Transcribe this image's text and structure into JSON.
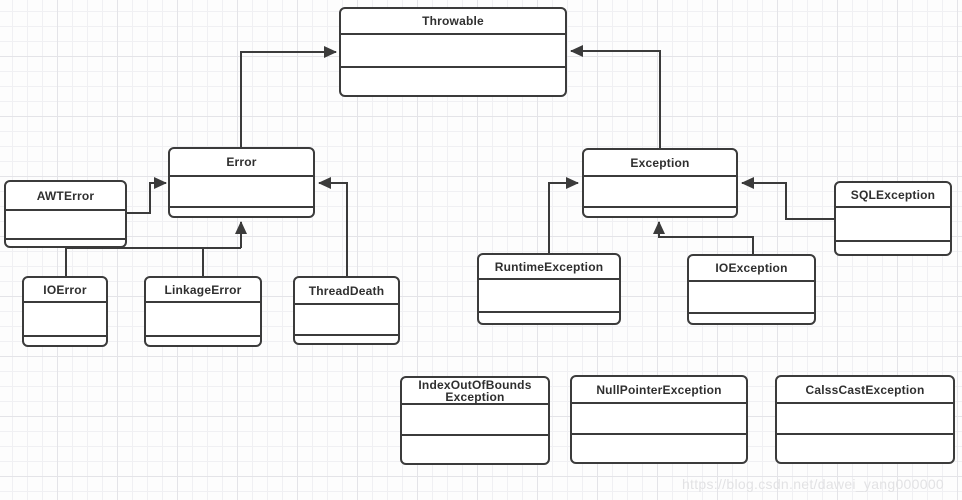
{
  "diagram": {
    "type": "uml-class-hierarchy",
    "nodes": {
      "throwable": {
        "label": "Throwable"
      },
      "error": {
        "label": "Error"
      },
      "exception": {
        "label": "Exception"
      },
      "awterror": {
        "label": "AWTError"
      },
      "ioerror": {
        "label": "IOError"
      },
      "linkageerror": {
        "label": "LinkageError"
      },
      "threaddeath": {
        "label": "ThreadDeath"
      },
      "runtimeexception": {
        "label": "RuntimeException"
      },
      "ioexception": {
        "label": "IOException"
      },
      "sqlexception": {
        "label": "SQLException"
      },
      "indexoutofbounds": {
        "label": "IndexOutOfBounds\nException"
      },
      "nullpointer": {
        "label": "NullPointerException"
      },
      "calsscast": {
        "label": "CalssCastException"
      }
    },
    "edges": [
      {
        "from": "Error",
        "to": "Throwable"
      },
      {
        "from": "Exception",
        "to": "Throwable"
      },
      {
        "from": "AWTError",
        "to": "Error"
      },
      {
        "from": "IOError",
        "to": "Error"
      },
      {
        "from": "LinkageError",
        "to": "Error"
      },
      {
        "from": "ThreadDeath",
        "to": "Error"
      },
      {
        "from": "RuntimeException",
        "to": "Exception"
      },
      {
        "from": "IOException",
        "to": "Exception"
      },
      {
        "from": "SQLException",
        "to": "Exception"
      }
    ],
    "colors": {
      "line": "#3b3b3b",
      "box_fill": "#ffffff",
      "text": "#2f2f2f",
      "grid_minor": "#f0f0f3",
      "grid_major": "#e4e4e8"
    }
  },
  "watermark": {
    "text": "https://blog.csdn.net/dawei_yang000000"
  }
}
